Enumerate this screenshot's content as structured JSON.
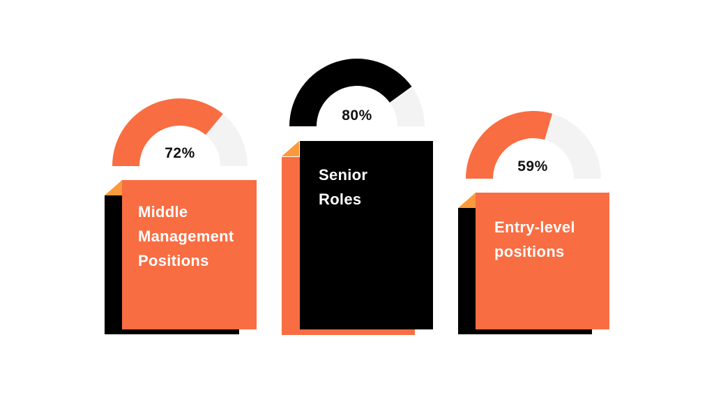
{
  "colors": {
    "accent": "#f96d43",
    "dark": "#000000",
    "track": "#f3f3f3",
    "corner": "#fb9a3c",
    "text_light": "#ffffff",
    "text_dark": "#111111"
  },
  "chart_data": {
    "type": "gauge",
    "categories": [
      "Middle Management Positions",
      "Senior Roles",
      "Entry-level positions"
    ],
    "values": [
      72,
      80,
      59
    ],
    "labels": [
      "72%",
      "80%",
      "59%"
    ],
    "card_lines": [
      [
        "Middle",
        "Management",
        "Positions"
      ],
      [
        "Senior",
        "Roles"
      ],
      [
        "Entry-level",
        "positions"
      ]
    ],
    "range": [
      0,
      100
    ],
    "gauge_colors": [
      "#f96d43",
      "#000000",
      "#f96d43"
    ],
    "card_colors": [
      "#f96d43",
      "#000000",
      "#f96d43"
    ],
    "shadow_colors": [
      "#000000",
      "#f96d43",
      "#000000"
    ]
  }
}
